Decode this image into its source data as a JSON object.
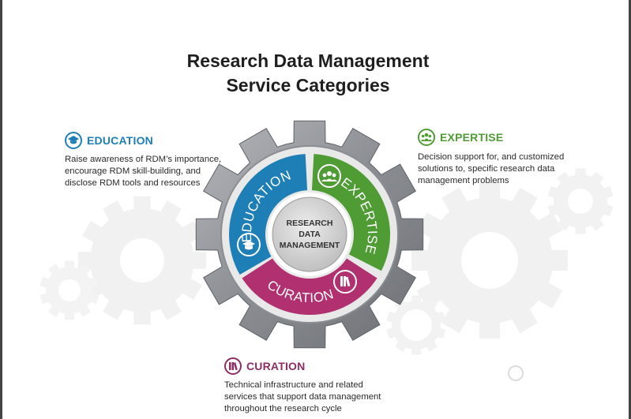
{
  "title": {
    "line1": "Research Data Management",
    "line2": "Service Categories"
  },
  "center": {
    "line1": "RESEARCH",
    "line2": "DATA",
    "line3": "MANAGEMENT"
  },
  "categories": {
    "education": {
      "heading": "EDUCATION",
      "ring_label": "EDUCATION",
      "icon": "graduation-cap-icon",
      "color": "#1e7fb7",
      "desc": [
        "Raise awareness of RDM’s importance,",
        "encourage RDM skill-building, and",
        "disclose RDM tools and resources"
      ]
    },
    "expertise": {
      "heading": "EXPERTISE",
      "ring_label": "EXPERTISE",
      "icon": "people-group-icon",
      "color": "#4f9c34",
      "desc": [
        "Decision support for, and customized",
        "solutions to, specific research data",
        "management problems"
      ]
    },
    "curation": {
      "heading": "CURATION",
      "ring_label": "CURATION",
      "icon": "books-icon",
      "color": "#b1306f",
      "desc": [
        "Technical infrastructure and related",
        "services that support data management",
        "throughout the research cycle"
      ]
    }
  }
}
